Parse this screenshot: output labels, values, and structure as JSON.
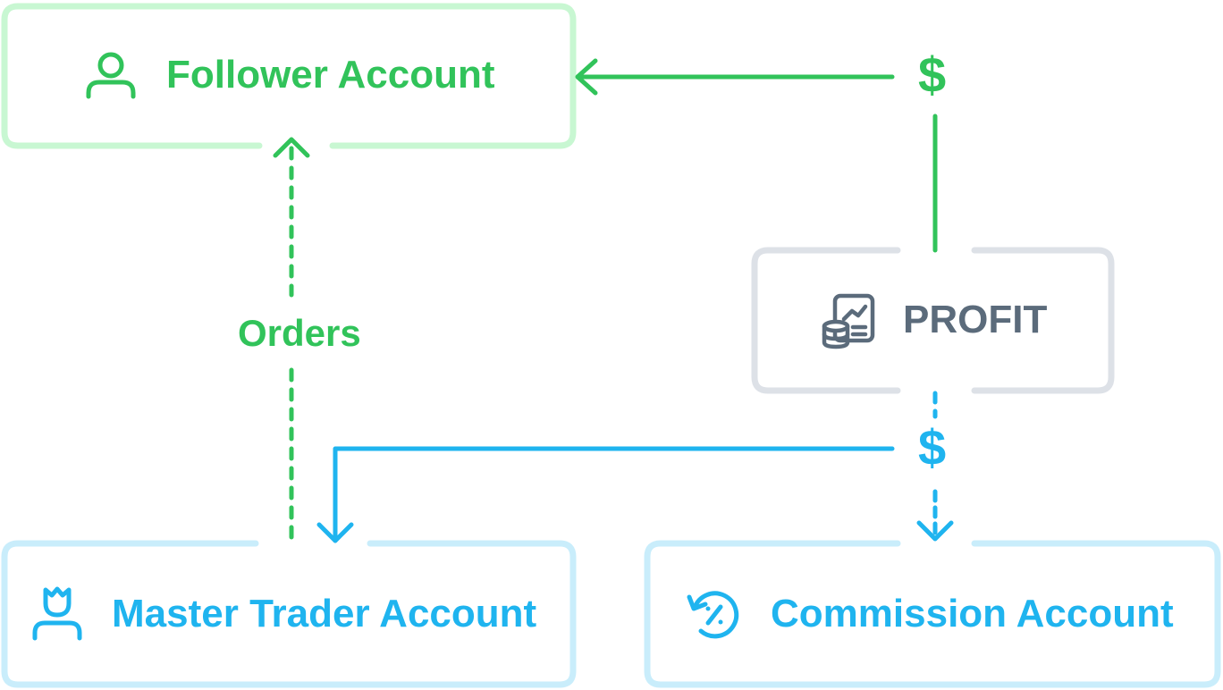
{
  "follower": {
    "label": "Follower Account",
    "icon": "user-icon"
  },
  "master": {
    "label": "Master Trader Account",
    "icon": "crowned-user-icon"
  },
  "commission": {
    "label": "Commission Account",
    "icon": "percent-refresh-icon"
  },
  "profit": {
    "label": "PROFIT",
    "icon": "profit-chart-coins-icon"
  },
  "orders_label": "Orders",
  "dollar_symbol": "$",
  "colors": {
    "green": "#31c35a",
    "green_border": "#c8f7d2",
    "blue": "#1fb4ef",
    "blue_border": "#c9edfb",
    "gray": "#5b6b7b",
    "gray_border": "#dde1e7"
  }
}
